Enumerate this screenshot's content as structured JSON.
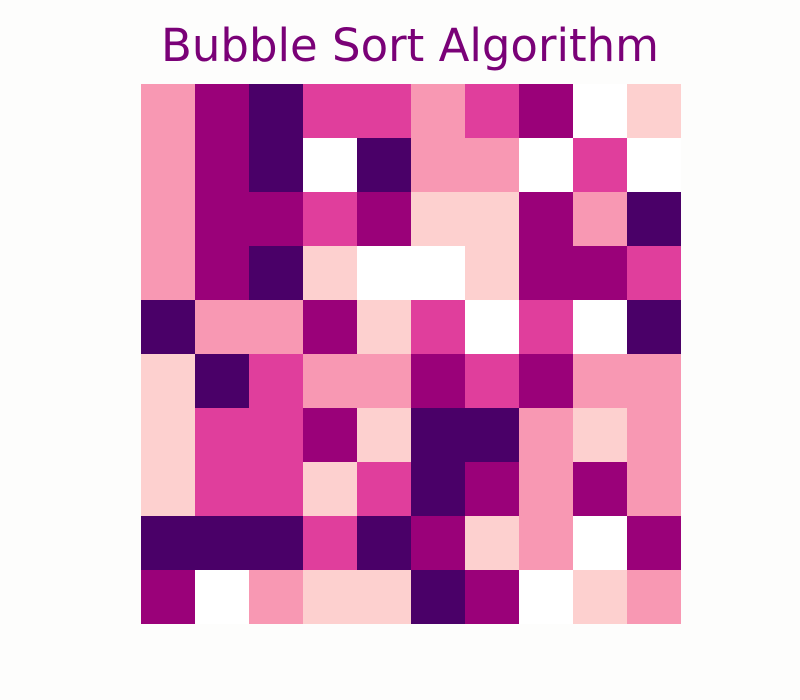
{
  "chart_data": {
    "type": "heatmap",
    "title": "Bubble Sort Algorithm",
    "xlabel": "",
    "ylabel": "",
    "rows": 10,
    "cols": 10,
    "legend": "none",
    "grid": false,
    "palette": [
      "#fde0dd",
      "#fa9fb5",
      "#dd3497",
      "#7a0177",
      "#49006a"
    ],
    "empty_color": "#ffffff",
    "values": [
      [
        2,
        4,
        5,
        3,
        3,
        2,
        3,
        4,
        0,
        1
      ],
      [
        2,
        4,
        5,
        0,
        5,
        2,
        2,
        0,
        3,
        0
      ],
      [
        2,
        4,
        4,
        3,
        4,
        1,
        1,
        4,
        2,
        5
      ],
      [
        2,
        4,
        5,
        1,
        0,
        0,
        1,
        4,
        4,
        3
      ],
      [
        5,
        2,
        2,
        4,
        1,
        3,
        0,
        3,
        0,
        5
      ],
      [
        1,
        5,
        3,
        2,
        2,
        4,
        3,
        4,
        2,
        2
      ],
      [
        1,
        3,
        3,
        4,
        1,
        5,
        5,
        2,
        1,
        2
      ],
      [
        1,
        3,
        3,
        1,
        3,
        5,
        4,
        2,
        4,
        2
      ],
      [
        5,
        5,
        5,
        3,
        5,
        4,
        1,
        2,
        0,
        4
      ],
      [
        4,
        0,
        2,
        1,
        1,
        5,
        4,
        0,
        1,
        2
      ]
    ],
    "value_colors": {
      "0": "#ffffff",
      "1": "#fdd0cf",
      "2": "#f898b3",
      "3": "#e03e9c",
      "4": "#9a0179",
      "5": "#4a0068"
    }
  }
}
